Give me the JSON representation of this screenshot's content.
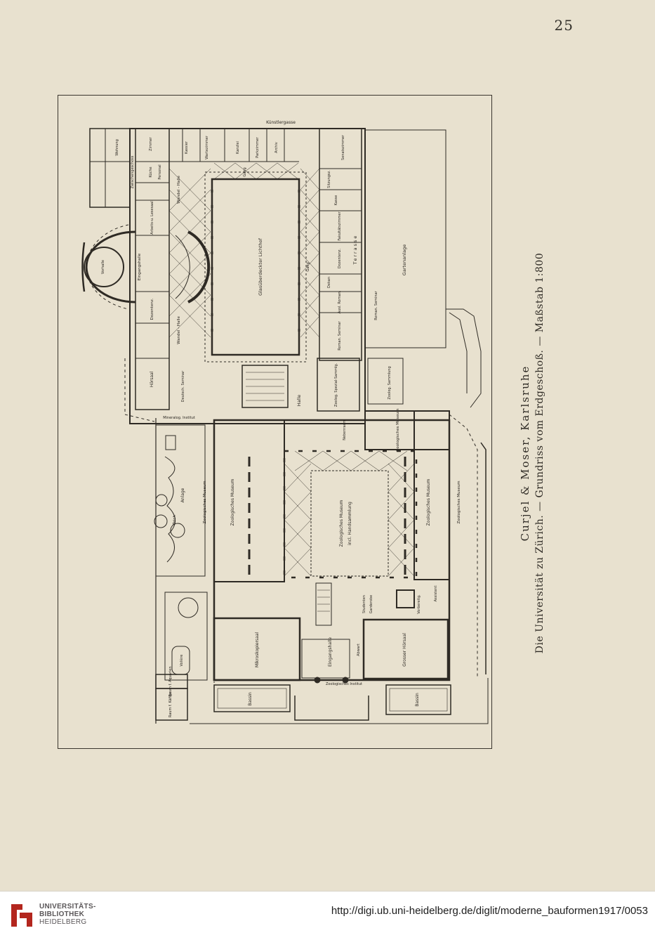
{
  "page_number": "25",
  "caption": {
    "line1": "Curjel & Moser, Karlsruhe",
    "line2": "Die Universität zu Zürich. — Grundriss vom Erdgeschoß. — Maßstab 1:800"
  },
  "plan_labels": {
    "strasse_top": "Künstlergasse",
    "lichthof": "Glasüberdeckter Lichthof",
    "gartenanlage": "Gartenanlage",
    "terrasse": "Terrasse",
    "halle": "Halle",
    "zoolog_museum_center": "Zoologisches Museum",
    "handsammlung": "incl. Handsammlung",
    "zoolog_museum_left": "Zoologisches Museum",
    "zoolog_museum_right": "Zoologisches Museum",
    "zoolog_museum_outer_left": "Zoologisches Museum",
    "zoolog_museum_outer_right": "Zoologisches Museum",
    "zoolog_museum_top_right": "Zoologisches Museum",
    "mikroskopiersaal": "Mikroskopiersaal",
    "grosser_hoersaal": "Grosser Hörsaal",
    "eingangshalle": "Eingangshalle",
    "bassin_left": "Bassin",
    "bassin_right": "Bassin",
    "anlage": "Anlage",
    "teich": "Teich",
    "volliere": "Volière",
    "aquarien": "Raum f. Aquarien",
    "kaefige": "Raum f. Käfige",
    "hoersaal_left": "Hörsaal",
    "dozentenz": "Dozentenz.",
    "wandel_halle_1": "Wandel - Halle",
    "wandel_halle_2": "Wandel - Halle",
    "eingangshalle_top": "Eingangshalle",
    "vorhalle": "Vorhalle",
    "deutsch_seminar": "Deutsch. Seminar",
    "zoolog_spezial": "Zoolog. Spezial-Sammlg.",
    "zoolog_sammlung": "Zoolog. Sammlung",
    "nebenraum": "Nebenraum",
    "garderobe": "Garderobe",
    "studenten": "Studenten",
    "kanzlei": "Kanzlei",
    "kassier": "Kassier",
    "wartezimmer": "Wartezimmer",
    "parkzimmer": "Parkzimmer",
    "archiv": "Archiv",
    "senatszimmer": "Senatszimmer",
    "sitzungsz": "Sitzungsz.",
    "kasse": "Kasse",
    "fakultaetszimmer": "Fakultätszimmer",
    "dozentenz_right": "Dozentenz.",
    "dekan": "Dekan",
    "ausl_roman": "Ausl. Roman.",
    "roman_seminar": "Roman. Seminar",
    "roman_seminar_2": "Roman. Seminar",
    "gang_1": "Gang",
    "gang_2": "Gang",
    "wohnung": "Wohnung",
    "zwischengeschoss": "Zwischengeschoss",
    "kueche": "Küche",
    "zimmer": "Zimmer",
    "personal": "Personal",
    "arbeits_lesesaal": "Arbeits-u. Lesesaal",
    "zoologisches_institut": "Zoologisches Institut",
    "abwart": "Abwart",
    "vorbereitung": "Vorbereitg.",
    "assistent": "Assistent",
    "mineraloq_institut": "Mineralog. Institut"
  },
  "footer": {
    "logo_line1": "UNIVERSITÄTS-",
    "logo_line2": "BIBLIOTHEK",
    "logo_line3": "HEIDELBERG",
    "url": "http://digi.ub.uni-heidelberg.de/diglit/moderne_bauformen1917/0053"
  },
  "colors": {
    "paper": "#e8e1cf",
    "ink": "#2a2621",
    "footer_bg": "#ffffff",
    "logo_red": "#b3261e"
  }
}
